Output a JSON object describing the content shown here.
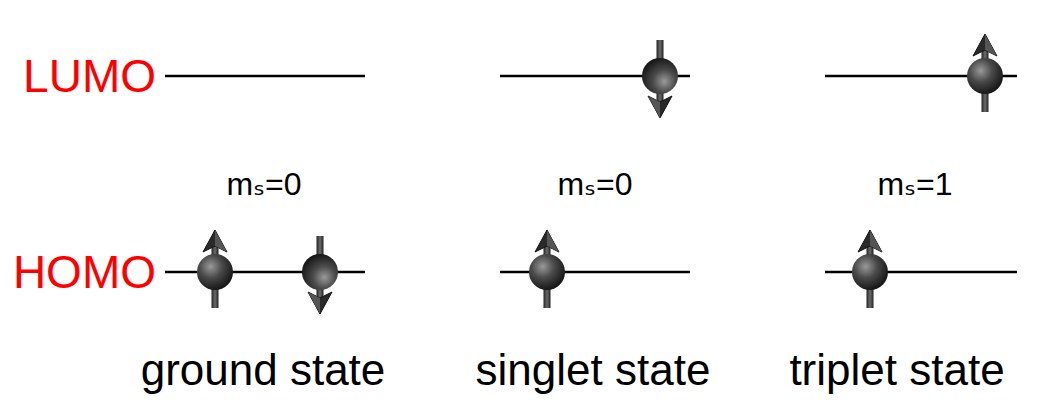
{
  "diagram": {
    "labels": [
      "LUMO",
      "mₛ=0",
      "mₛ=0",
      "mₛ=1",
      "HOMO",
      "ground state",
      "singlet state",
      "triplet state"
    ]
  }
}
